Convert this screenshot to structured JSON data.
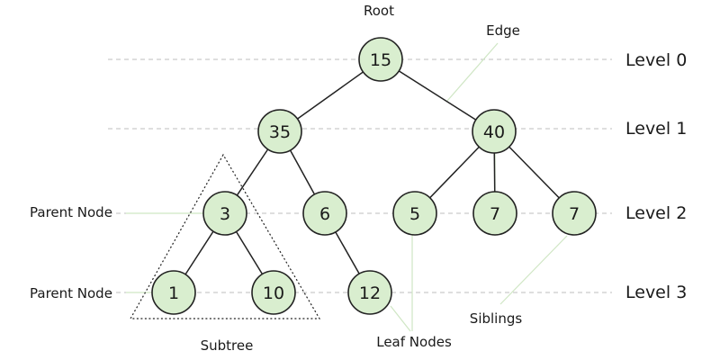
{
  "colors": {
    "node_fill": "#d9eecf",
    "node_stroke": "#222222",
    "edge": "#222222",
    "level_line": "#bdbdbd",
    "pointer": "#cfe6c4"
  },
  "levels": [
    {
      "label": "Level 0"
    },
    {
      "label": "Level 1"
    },
    {
      "label": "Level 2"
    },
    {
      "label": "Level 3"
    }
  ],
  "nodes": [
    {
      "id": "n15",
      "value": "15"
    },
    {
      "id": "n35",
      "value": "35"
    },
    {
      "id": "n40",
      "value": "40"
    },
    {
      "id": "n3",
      "value": "3"
    },
    {
      "id": "n6",
      "value": "6"
    },
    {
      "id": "n5",
      "value": "5"
    },
    {
      "id": "n7a",
      "value": "7"
    },
    {
      "id": "n7b",
      "value": "7"
    },
    {
      "id": "n1",
      "value": "1"
    },
    {
      "id": "n10",
      "value": "10"
    },
    {
      "id": "n12",
      "value": "12"
    }
  ],
  "edges": [
    [
      "n15",
      "n35"
    ],
    [
      "n15",
      "n40"
    ],
    [
      "n35",
      "n3"
    ],
    [
      "n35",
      "n6"
    ],
    [
      "n40",
      "n5"
    ],
    [
      "n40",
      "n7a"
    ],
    [
      "n40",
      "n7b"
    ],
    [
      "n3",
      "n1"
    ],
    [
      "n3",
      "n10"
    ],
    [
      "n6",
      "n12"
    ]
  ],
  "annotations": {
    "root": "Root",
    "edge": "Edge",
    "parent_node_upper": "Parent Node",
    "parent_node_lower": "Parent Node",
    "subtree": "Subtree",
    "leaf_nodes": "Leaf Nodes",
    "siblings": "Siblings"
  }
}
